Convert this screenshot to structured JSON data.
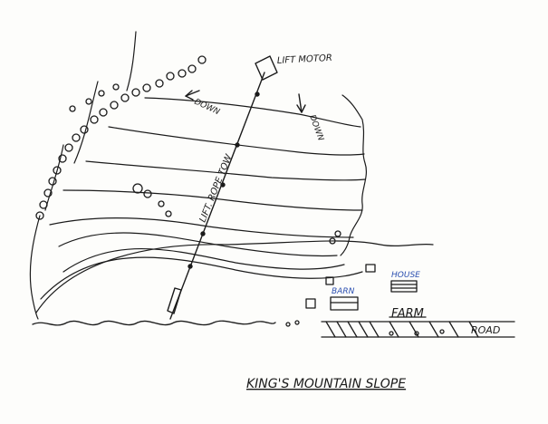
{
  "map": {
    "title": "KING'S MOUNTAIN SLOPE",
    "labels": {
      "lift_motor": "LIFT MOTOR",
      "down_left": "DOWN",
      "down_right": "DOWN",
      "lift_rope_tow": "LIFT. ROPE TOW",
      "barn": "BARN",
      "house": "HOUSE",
      "farm": "FARM",
      "road": "ROAD"
    },
    "colors": {
      "ink": "#1b1b1b",
      "blue_ink": "#2b4fb0",
      "paper": "#fdfdfb"
    }
  }
}
